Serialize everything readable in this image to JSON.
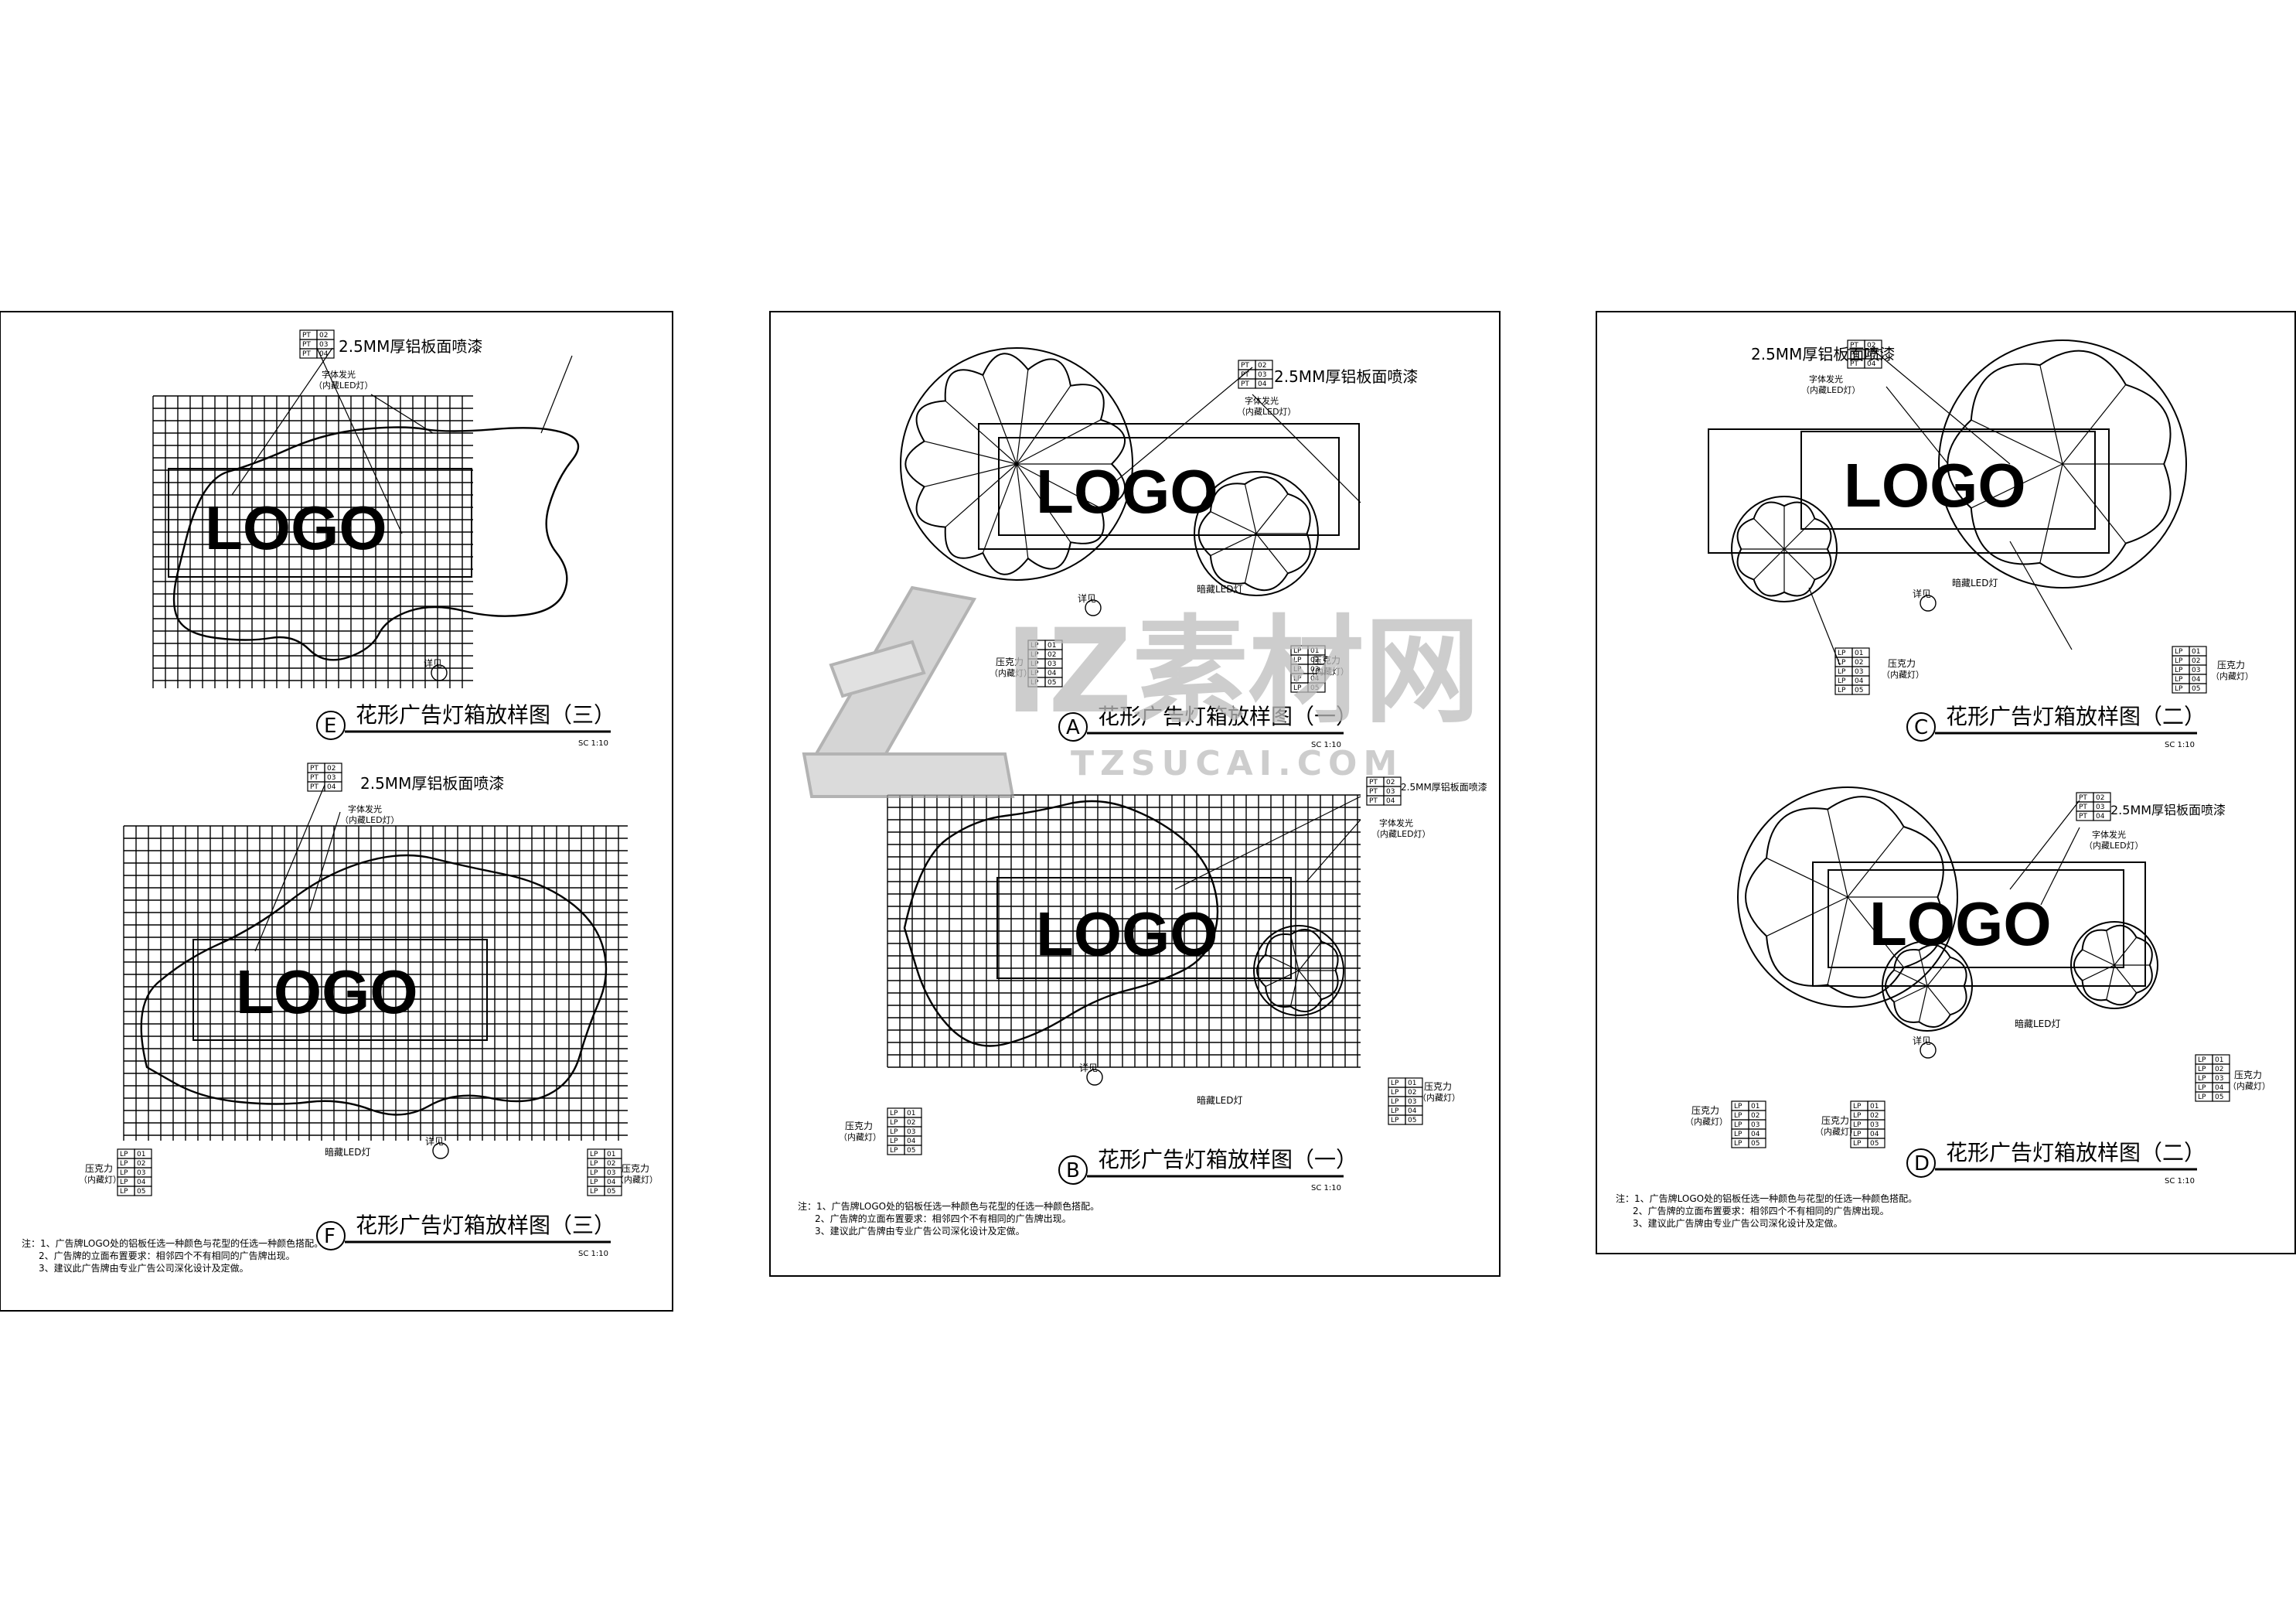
{
  "watermark": {
    "main": "IZ素材网",
    "sub": "TZSUCAI.COM"
  },
  "common": {
    "logo": "LOGO",
    "material_label": "2.5MM厚铝板面喷漆",
    "material_codes": [
      "PT 02",
      "PT 03",
      "PT 04"
    ],
    "font_light_label": "字体发光",
    "font_light_sub": "（内藏LED灯）",
    "hidden_led_label": "暗藏LED灯",
    "acrylic_label": "压克力",
    "acrylic_sub": "（内藏灯）",
    "detail_label": "详见",
    "lp_codes": [
      "LP 01",
      "LP 02",
      "LP 03",
      "LP 04",
      "LP 05"
    ],
    "scale": "SC 1:10"
  },
  "sheets": [
    {
      "panels": [
        {
          "letter": "E",
          "title": "花形广告灯箱放样图（三）"
        },
        {
          "letter": "F",
          "title": "花形广告灯箱放样图（三）"
        }
      ],
      "notes": [
        "注：1、广告牌LOGO处的铝板任选一种颜色与花型的任选一种颜色搭配。",
        "2、广告牌的立面布置要求：相邻四个不有相同的广告牌出现。",
        "3、建议此广告牌由专业广告公司深化设计及定做。"
      ]
    },
    {
      "panels": [
        {
          "letter": "A",
          "title": "花形广告灯箱放样图（一）"
        },
        {
          "letter": "B",
          "title": "花形广告灯箱放样图（一）"
        }
      ],
      "notes": [
        "注：1、广告牌LOGO处的铝板任选一种颜色与花型的任选一种颜色搭配。",
        "2、广告牌的立面布置要求：相邻四个不有相同的广告牌出现。",
        "3、建议此广告牌由专业广告公司深化设计及定做。"
      ]
    },
    {
      "panels": [
        {
          "letter": "C",
          "title": "花形广告灯箱放样图（二）"
        },
        {
          "letter": "D",
          "title": "花形广告灯箱放样图（二）"
        }
      ],
      "notes": [
        "注：1、广告牌LOGO处的铝板任选一种颜色与花型的任选一种颜色搭配。",
        "2、广告牌的立面布置要求：相邻四个不有相同的广告牌出现。",
        "3、建议此广告牌由专业广告公司深化设计及定做。"
      ]
    }
  ]
}
